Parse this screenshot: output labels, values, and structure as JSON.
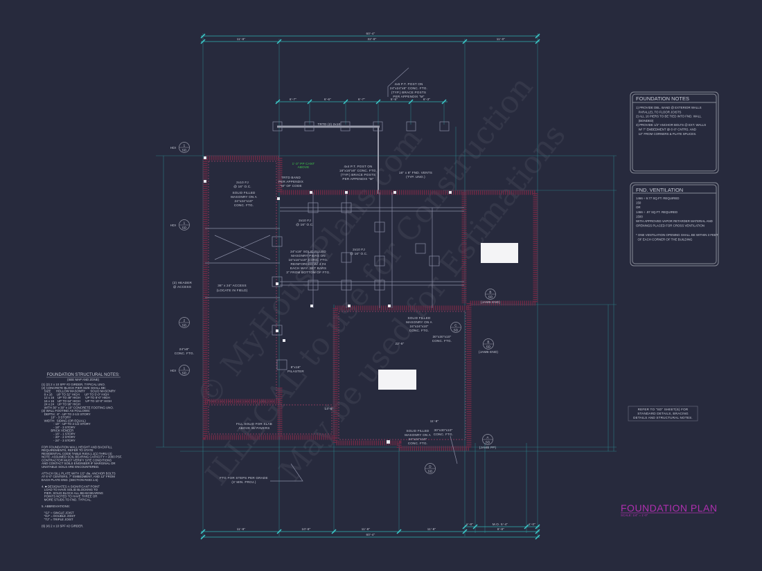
{
  "drawing": {
    "title": "FOUNDATION PLAN",
    "scale": "SCALE: 1/4\" = 1'-0\"",
    "colors": {
      "background": "#272a3d",
      "dimension": "#2fb3b3",
      "wall": "#6b2a45",
      "title": "#b02fb0",
      "callout_green": "#3fc94a"
    },
    "watermark": [
      "© MyHousePlans.com",
      "ILLEGAL to use for Construction",
      "May be used for Estimations"
    ]
  },
  "dimensions": {
    "top_overall": "60'-4\"",
    "top": [
      "11'-8\"",
      "32'-8\"",
      "11'-0\""
    ],
    "porch": [
      "6'-7\"",
      "6'-6\"",
      "6'-7\"",
      "5'-5\"",
      "6'-3\""
    ],
    "bottom_overall": "60'-4\"",
    "bottom": [
      "11'-8\"",
      "10'-8\"",
      "11'-8\"",
      "11'-8\"",
      "1'-8\"",
      "M.O. 5'-4\"",
      "1'-0\"",
      "8'-8\""
    ],
    "inner": [
      "14'-8\"",
      "22'-8\"",
      "11'-8\""
    ]
  },
  "callouts": {
    "post_porch": [
      "4x6 P.T. POST ON",
      "24\"x24\"x8\" CONC. FTG.",
      "(TYP.) BRACE POSTS",
      "PER APPENDIX \"M\""
    ],
    "porch_beam": "TRTD (2) 2x10",
    "cant": [
      "1'-3\" PP CANT",
      "ABOVE"
    ],
    "band": [
      "TRTD BAND",
      "PER APPENDIX",
      "\"M\" OF CODE"
    ],
    "post_inner": [
      "4x4 P.T. POST ON",
      "16\"x16\"x8\" CONC. FTG.",
      "(TYP.) BRACE POSTS",
      "PER APPENDIX \"M\""
    ],
    "vents": [
      "16\" x 8\" FND. VENTS",
      "(TYP. UNO.)"
    ],
    "solid_left": [
      "SOLID FILLED",
      "MASONRY ON A",
      "24\"x24\"x10\"",
      "CONC. FTG."
    ],
    "joist1": [
      "2x10 FJ",
      "@ 16\" O.C."
    ],
    "joist2": [
      "2x10 FJ",
      "@ 16\" O.C."
    ],
    "joist3": [
      "2x10 FJ",
      "@ 16\" O.C."
    ],
    "pier_center": [
      "24\"x16\" SOLID FILLED",
      "MASONRY PIERS ON",
      "16\"x16\"x10\" CONC. FTG.",
      "REINFORCED W/ 4 #4",
      "EACH WAY. SET BARS",
      "3\" FROM BOTTOM OF FTG."
    ],
    "access": [
      "36\" x 24\" ACCESS",
      "(LOCATE IN FIELD)"
    ],
    "access_side": [
      "(2) HEADER",
      "@ ACCESS"
    ],
    "ftg_left": [
      "24\"x8\"",
      "CONC. FTG."
    ],
    "pilaster": [
      "8\"x16\"",
      "PILASTER"
    ],
    "solid_mid": [
      "SOLID FILLED",
      "MASONRY ON A",
      "24\"x24\"x10\"",
      "CONC. FTG."
    ],
    "ftg_mid": [
      "30\"x30\"x10\"",
      "CONC. FTG."
    ],
    "fill_slab": [
      "FILL SOLID FOR SLAB",
      "ABOVE W/ PAVERS"
    ],
    "solid_bot": [
      "SOLID FILLED",
      "MASONRY ON A",
      "24\"x24\"x10\"",
      "CONC. FTG."
    ],
    "ftg_bot": [
      "30\"x30\"x10\"",
      "CONC. FTG."
    ],
    "steps": [
      "FTG FOR STEPS PER GRADE",
      "(3' MIN. PROJ.)"
    ],
    "refer": [
      "REFER TO \"SD\" SHEET(S) FOR",
      "STANDARD DETAILS, BRACING",
      "DETAILS AND STRUCTURAL NOTES."
    ]
  },
  "section_markers": [
    {
      "top": "1",
      "bottom": "SD",
      "tag": "HDI"
    },
    {
      "top": "1",
      "bottom": "SD",
      "tag": "HDI"
    },
    {
      "top": "2",
      "bottom": "SD",
      "tag": ""
    },
    {
      "top": "1",
      "bottom": "SD",
      "tag": "HDI"
    },
    {
      "top": "B",
      "bottom": "SD",
      "tag": "(JAMB END)"
    },
    {
      "top": "B",
      "bottom": "SD",
      "tag": "(JAMB END)"
    },
    {
      "top": "C",
      "bottom": "SD",
      "tag": ""
    },
    {
      "top": "A",
      "bottom": "SD",
      "tag": "(JAMB PP)"
    },
    {
      "top": "D",
      "bottom": "SD",
      "tag": ""
    }
  ],
  "foundation_notes": {
    "title": "FOUNDATION NOTES",
    "lines": [
      "1) PROVIDE DBL. BAND @ EXTERIOR WALLS",
      "   PARALLEL TO FLOOR JOISTS",
      "2) ALL 16 PIERS TO BE TIED INTO FND. WALL",
      "   (BONDED)",
      "3) PROVIDE 1/2\" ANCHOR BOLTS @ EXT. WALLS",
      "   W/ 7\" EMBEDMENT @ 6'-0\" CNTRS. AND",
      "   12\" FROM CORNERS & PLATE SPLICES."
    ]
  },
  "ventilation": {
    "title": "FND. VENTILATION",
    "lines": [
      "1466 ÷ 9.77 SQ.FT. REQUIRED",
      "150",
      "OR",
      "1466 ÷ .97 SQ.FT. REQUIRED",
      "1500",
      "WITH APPROVED VAPOR RETARDER MATERIAL AND",
      "OPENINGS PLACED FOR CROSS VENTILATION",
      "",
      "* ONE VENTILATION OPENING SHALL BE WITHIN 3 FEET",
      "  OF EACH CORNER OF THE BUILDING"
    ]
  },
  "structural_notes": {
    "title": "FOUNDATION STRUCTURAL NOTES:",
    "subtitle": "(SEE MAP AND ZONE)",
    "lines": [
      "(1) (2) 2 x 10 SPF #2 GIRDER, TYPICAL UNO.",
      "(2) CONCRETE BLOCK PIER SIZE SHALL BE:",
      "   SIZE      HOLLOW MASONRY      SOLID MASONRY",
      "   8 x 16     UP TO 32\" HIGH      UP TO 5'-0\" HIGH",
      "   12 x 16    UP TO 48\" HIGH      UP TO 8'-0\" HIGH",
      "   16 x 16    UP TO 64\" HIGH      UP TO 10'-0\" HIGH",
      "   24 x 24    UP TO 96\" HIGH",
      "   WITH 30\" x 30\" x 10\" CONCRETE FOOTING UNO.",
      "(3) WALL FOOTING AS FOLLOWS:",
      "   DEPTH:  6\" - UP TO 2-1/2 STORY",
      "           10\" - 3 STORY",
      "   WIDTH:  SIDING (OR EQUAL)",
      "              - 16\" - UP TO 2-1/2 STORY",
      "              - 18\" - 3 STORY",
      "           BRICK VENEER",
      "              - 16\" - 1 STORY",
      "              - 20\" - 2 STORY",
      "              - 24\" - 3 STORY",
      "",
      "FOR FOUNDATION WALL HEIGHT AND BACKFILL",
      "REQUIREMENTS, REFER TO STATE",
      "RESIDENTIAL CODE TABLE R404.1.1(1) THRU (4)",
      "NOTE: ASSUMED SOIL BEARING CAPACITY = 2000 PSF.",
      "CONTRACTOR MUST VERIFY SITE CONDITIONS",
      "AND CONTACT SOILS ENGINEER IF MARGINAL OR",
      "UNSTABLE SOILS ARE ENCOUNTERED.",
      "",
      "ATTACH SILL PLATE WITH 1/2\" dia. ANCHOR BOLTS",
      "AT 6'-0\" CENTERS, 7\" EMBEDMENT, AND 12\" FROM",
      "EACH PLATE END. (SECTION R403.1.6)",
      "",
      "4. ■ DESIGNATES A SIGNIFICANT POINT",
      "   LOAD TO HAVE SOLID BLOCKING TO",
      "   PIER. SOLID BLOCK ALL BEAM BEARING",
      "   POINTS NOTED TO HAVE THREE OR",
      "   MORE STUDS TO FND. TYPICAL.",
      "",
      "5. ABBREVIATIONS:",
      "",
      "   \"SJ\" = SINGLE JOIST",
      "   \"DJ\" = DOUBLE JOIST",
      "   \"TJ\" = TRIPLE JOIST",
      "",
      "(6) (4) 2 x 10 SPF #2 GIRDER."
    ]
  }
}
